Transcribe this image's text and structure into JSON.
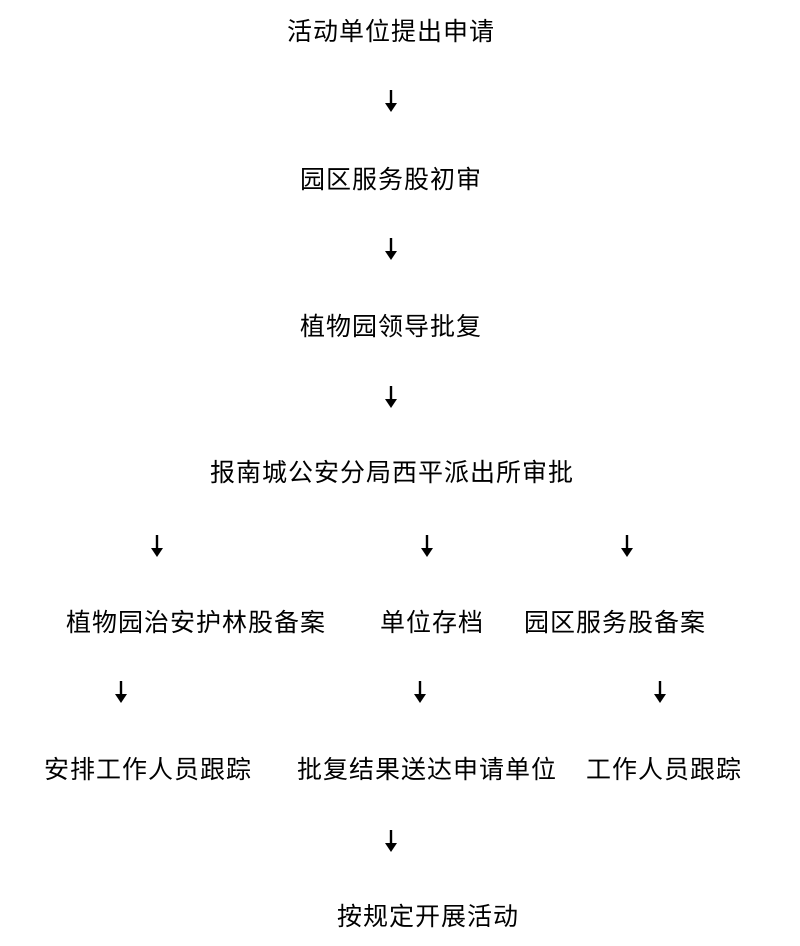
{
  "steps": {
    "s1": "活动单位提出申请",
    "s2": "园区服务股初审",
    "s3": "植物园领导批复",
    "s4": "报南城公安分局西平派出所审批",
    "branch_left": "植物园治安护林股备案",
    "branch_mid": "单位存档",
    "branch_right": "园区服务股备案",
    "follow_left": "安排工作人员跟踪",
    "follow_mid": "批复结果送达申请单位",
    "follow_right": "工作人员跟踪",
    "final": "按规定开展活动"
  },
  "arrow_icon": "down-arrow-icon"
}
